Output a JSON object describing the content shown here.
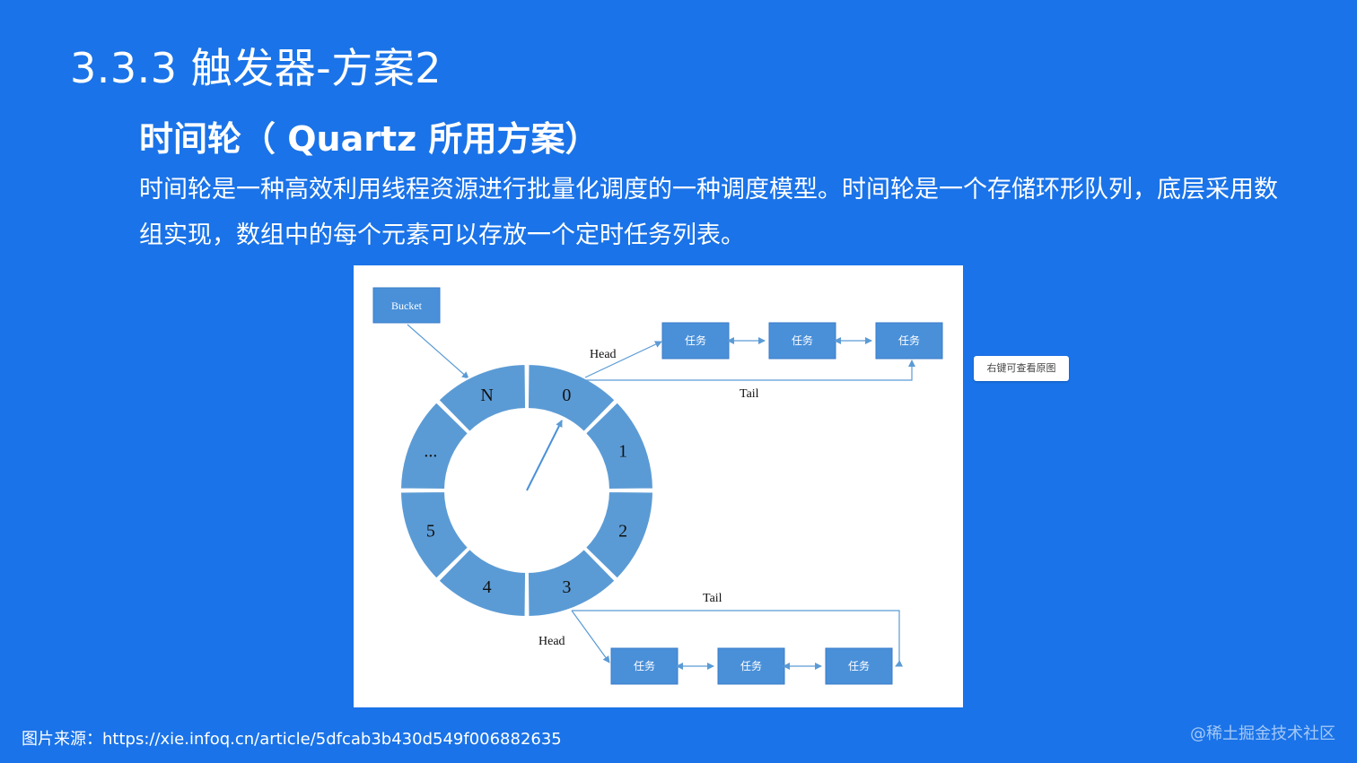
{
  "slide": {
    "title": "3.3.3 触发器-方案2",
    "subtitle": "时间轮（ Quartz 所用方案）",
    "body": "时间轮是一种高效利用线程资源进行批量化调度的一种调度模型。时间轮是一个存储环形队列，底层采用数组实现，数组中的每个元素可以存放一个定时任务列表。"
  },
  "diagram": {
    "bucket_label": "Bucket",
    "segments": [
      "0",
      "1",
      "2",
      "3",
      "4",
      "5",
      "...",
      "N"
    ],
    "top_list": {
      "head": "Head",
      "tail": "Tail",
      "tasks": [
        "任务",
        "任务",
        "任务"
      ]
    },
    "bottom_list": {
      "head": "Head",
      "tail": "Tail",
      "tasks": [
        "任务",
        "任务",
        "任务"
      ]
    }
  },
  "context_tip": "右键可查看原图",
  "source": "图片来源：https://xie.infoq.cn/article/5dfcab3b430d549f006882635",
  "watermark": "@稀土掘金技术社区",
  "colors": {
    "background": "#1a73e8",
    "segment_fill": "#5b9bd5",
    "task_fill": "#4a90d9",
    "arrow": "#5b9bd5"
  }
}
